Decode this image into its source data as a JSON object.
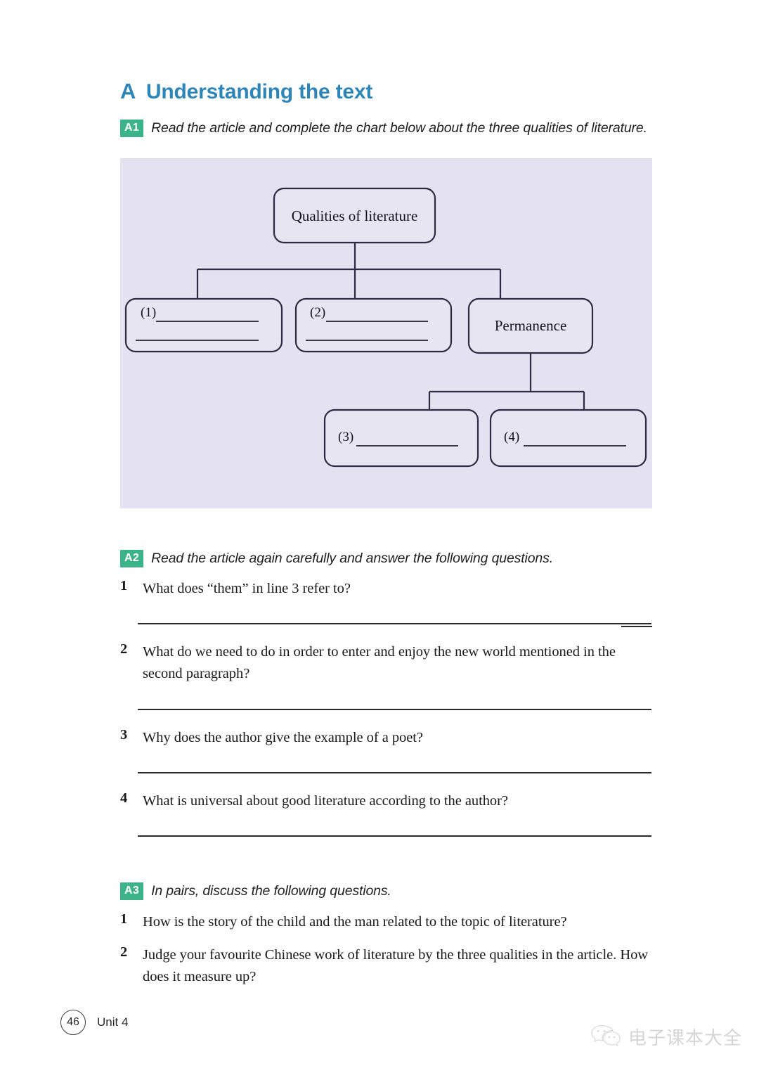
{
  "section": {
    "letter": "A",
    "title": "Understanding the text"
  },
  "colors": {
    "heading_blue": "#2e86b8",
    "badge_green": "#3cb389",
    "panel_lavender": "#e4e2f0",
    "node_stroke": "#2e2a43"
  },
  "tasks": {
    "a1": {
      "badge": "A1",
      "instruction": "Read the article and complete the chart below about the three qualities of literature."
    },
    "a2": {
      "badge": "A2",
      "instruction": "Read the article again carefully and answer the following questions."
    },
    "a3": {
      "badge": "A3",
      "instruction": "In pairs, discuss the following questions."
    }
  },
  "chart_data": {
    "type": "diagram",
    "title": "Qualities of literature",
    "layout": "tree",
    "nodes": [
      {
        "id": "root",
        "label": "Qualities of literature",
        "number": "",
        "blank_lines": 0,
        "level": 0
      },
      {
        "id": "q1",
        "label": "",
        "number": "(1)",
        "blank_lines": 2,
        "level": 1
      },
      {
        "id": "q2",
        "label": "",
        "number": "(2)",
        "blank_lines": 2,
        "level": 1
      },
      {
        "id": "q3",
        "label": "Permanence",
        "number": "",
        "blank_lines": 0,
        "level": 1
      },
      {
        "id": "q3a",
        "label": "",
        "number": "(3)",
        "blank_lines": 1,
        "level": 2
      },
      {
        "id": "q3b",
        "label": "",
        "number": "(4)",
        "blank_lines": 1,
        "level": 2
      }
    ],
    "edges": [
      {
        "from": "root",
        "to": "q1"
      },
      {
        "from": "root",
        "to": "q2"
      },
      {
        "from": "root",
        "to": "q3"
      },
      {
        "from": "q3",
        "to": "q3a"
      },
      {
        "from": "q3",
        "to": "q3b"
      }
    ]
  },
  "questions_a2": [
    {
      "num": "1",
      "text": "What does “them” in line 3 refer to?"
    },
    {
      "num": "2",
      "text": "What do we need to do in order to enter and enjoy the new world mentioned in the second paragraph?"
    },
    {
      "num": "3",
      "text": "Why does the author give the example of a poet?"
    },
    {
      "num": "4",
      "text": "What is universal about good literature according to the author?"
    }
  ],
  "questions_a3": [
    {
      "num": "1",
      "text": "How is the story of the child and the man related to the topic of literature?"
    },
    {
      "num": "2",
      "text": "Judge your favourite Chinese work of literature by the three qualities in the article. How does it measure up?"
    }
  ],
  "footer": {
    "page_number": "46",
    "unit_label": "Unit 4"
  },
  "watermark": {
    "icon": "wechat-icon",
    "text": "电子课本大全"
  }
}
